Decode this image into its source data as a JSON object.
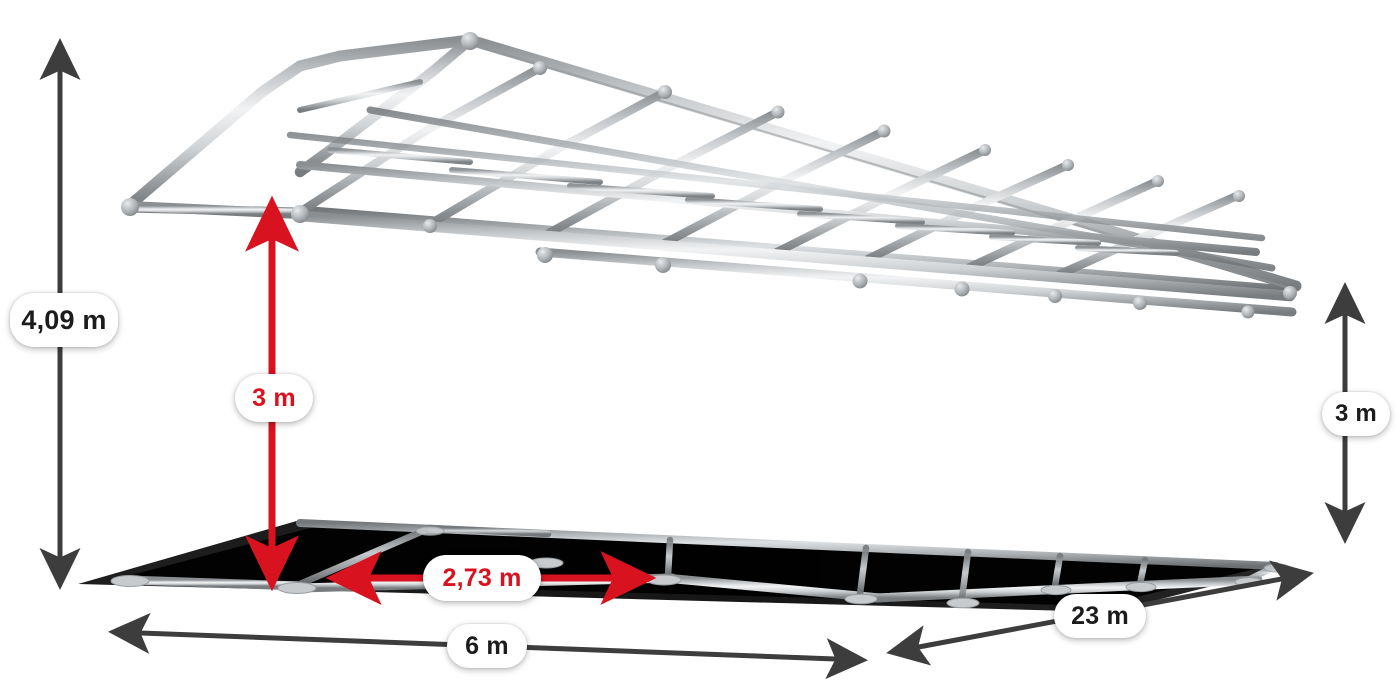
{
  "scene": {
    "title": "Steel tent frame structure – dimensioned 3D view",
    "subject": "storage tent frame",
    "background_color": "#ffffff",
    "frame_color": "#b9bcbe",
    "shadow_color": "#0d0d0d"
  },
  "dimensions": {
    "ridge_height": {
      "label": "4,09 m",
      "color": "#1c1c1c",
      "orientation": "vertical",
      "position": "left-outer",
      "meaning": "total height to roof apex"
    },
    "side_height_interior": {
      "label": "3 m",
      "color": "#d9121f",
      "orientation": "vertical",
      "position": "interior-left",
      "meaning": "eave / side wall height"
    },
    "bay_spacing": {
      "label": "2,73 m",
      "color": "#d9121f",
      "orientation": "horizontal",
      "position": "floor-front",
      "meaning": "spacing between frames"
    },
    "width": {
      "label": "6 m",
      "color": "#1c1c1c",
      "orientation": "horizontal",
      "position": "bottom-left",
      "meaning": "gable width"
    },
    "length": {
      "label": "23 m",
      "color": "#1c1c1c",
      "orientation": "diagonal",
      "position": "bottom-right",
      "meaning": "total length"
    },
    "side_height_right": {
      "label": "3 m",
      "color": "#1c1c1c",
      "orientation": "vertical",
      "position": "right-outer",
      "meaning": "eave height at far end"
    }
  },
  "arrows": {
    "red": "#d9121f",
    "dark": "#3d3d3d"
  }
}
